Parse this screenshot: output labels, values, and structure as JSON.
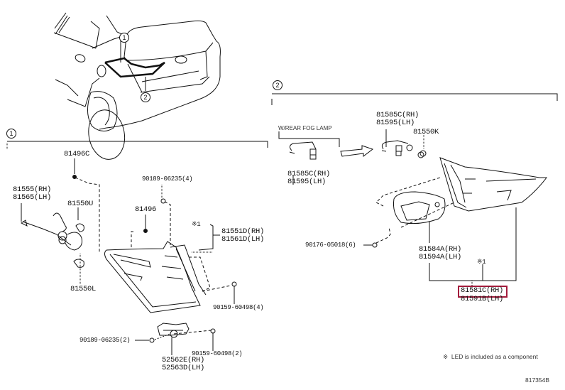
{
  "diagram": {
    "title_id": "817354B",
    "highlight_color": "#a31c3c",
    "footnote": "※  LED is included as a component",
    "sections": [
      {
        "id": "1",
        "callout": "1"
      },
      {
        "id": "2",
        "callout": "2"
      }
    ],
    "vehicle_callouts": [
      "1",
      "2"
    ],
    "section1": {
      "parts": {
        "p81496C": "81496C",
        "p81555": "81555(RH)\n81565(LH)",
        "p81550U": "81550U",
        "p81550L": "81550L",
        "p90189a": "90189-06235(4)",
        "p81496": "81496",
        "p81551D": "81551D(RH)\n81561D(LH)",
        "mark1": "※1",
        "p90159a": "90159-60498(4)",
        "p90189b": "90189-06235(2)",
        "p90159b": "90159-60498(2)",
        "p52562": "52562E(RH)\n52563D(LH)"
      }
    },
    "section2": {
      "option_label": "W/REAR FOG LAMP",
      "parts": {
        "p81585a": "81585C(RH)\n81595(LH)",
        "p81585b": "81585C(RH)\n81595(LH)",
        "p81550K": "81550K",
        "p90176": "90176-05018(6)",
        "p81584A": "81584A(RH)\n81594A(LH)",
        "mark1": "※1",
        "p81581C": "81581C(RH)",
        "p81591B": "81591B(LH)"
      },
      "highlighted_part": "81581C(RH)"
    }
  }
}
